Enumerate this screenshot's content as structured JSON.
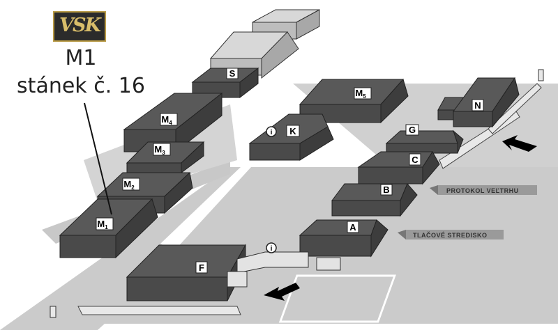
{
  "logo": {
    "text": "VSK"
  },
  "callout": {
    "hall": "M1",
    "stand": "stánek č. 16"
  },
  "halls": {
    "S": "S",
    "M5": "M",
    "M5_sub": "5",
    "N": "N",
    "M4": "M",
    "M4_sub": "4",
    "K": "K",
    "G": "G",
    "M3": "M",
    "M3_sub": "3",
    "C": "C",
    "M2": "M",
    "M2_sub": "2",
    "B": "B",
    "M1": "M",
    "M1_sub": "1",
    "A": "A",
    "F": "F"
  },
  "info_symbol": "i",
  "signs": {
    "protokol": "PROTOKOL VEĽTRHU",
    "tlacove": "TLAČOVÉ STREDISKO"
  },
  "icons": [
    "entrance-arrow-icon",
    "info-icon"
  ],
  "colors": {
    "hall": "#595959",
    "hall_light": "#c9c9c9",
    "ground": "#c8c8c8",
    "gold": "#b89a45"
  }
}
